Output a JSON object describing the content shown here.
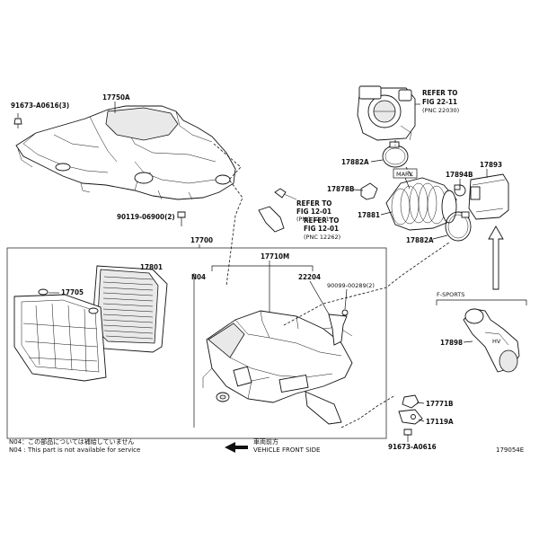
{
  "labels": {
    "p91673_top": "91673-A0616(3)",
    "p17750A": "17750A",
    "p90119": "90119-06900(2)",
    "p17700": "17700",
    "p17801": "17801",
    "p17705": "17705",
    "p17710M": "17710M",
    "pN04": "N04",
    "p22204": "22204",
    "p90099": "90099-00289(2)",
    "p17882A_top": "17882A",
    "p17878B": "17878B",
    "p17894B": "17894B",
    "p17893": "17893",
    "p17881": "17881",
    "p17882A_bot": "17882A",
    "p17898": "17898",
    "p17771B": "17771B",
    "p17119A": "17119A",
    "p91673_bot": "91673-A0616",
    "mark": "MARK",
    "fsports": "F-SPORTS"
  },
  "refs": {
    "ref1_line1": "REFER TO",
    "ref1_line2": "FIG 22-11",
    "ref1_line3": "(PNC 22030)",
    "ref2_line1": "REFER TO",
    "ref2_line2": "FIG 12-01",
    "ref2_line3": "(PNC 12-01",
    "ref3_line1": "REFER TO",
    "ref3_line2": "FIG 12-01",
    "ref3_line3": "(PNC 12262)"
  },
  "notes": {
    "jp": "N04：この部品については補給していません",
    "en": "N04 : This part is not available for service",
    "front_jp": "車両前方",
    "front_en": "VEHICLE FRONT SIDE",
    "figure_id": "179054E"
  }
}
